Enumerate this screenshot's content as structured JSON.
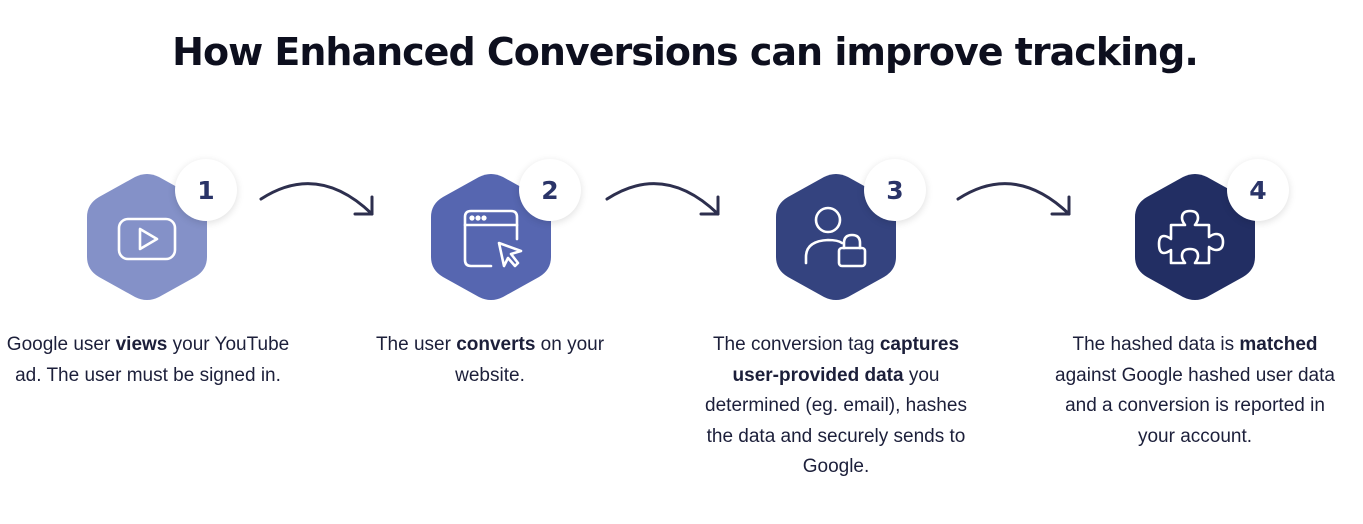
{
  "title": "How Enhanced Conversions can improve tracking.",
  "colors": {
    "step1": "#8491c8",
    "step2": "#5666b0",
    "step3": "#34437f",
    "step4": "#222e63",
    "arrow": "#2d2f4e",
    "badge_text": "#2a3468"
  },
  "steps": [
    {
      "number": "1",
      "icon": "video-play-icon",
      "desc_parts": [
        "Google user ",
        "views",
        " your YouTube ad. The user must be signed in."
      ]
    },
    {
      "number": "2",
      "icon": "browser-cursor-icon",
      "desc_parts": [
        "The user ",
        "converts",
        " on your website."
      ]
    },
    {
      "number": "3",
      "icon": "user-lock-icon",
      "desc_parts": [
        "The conversion tag ",
        "captures user-provided data",
        " you determined (eg. email), hashes the data and securely sends to Google."
      ]
    },
    {
      "number": "4",
      "icon": "puzzle-piece-icon",
      "desc_parts": [
        "The hashed data is ",
        "matched",
        " against Google hashed user data and a conversion is reported in your account."
      ]
    }
  ]
}
